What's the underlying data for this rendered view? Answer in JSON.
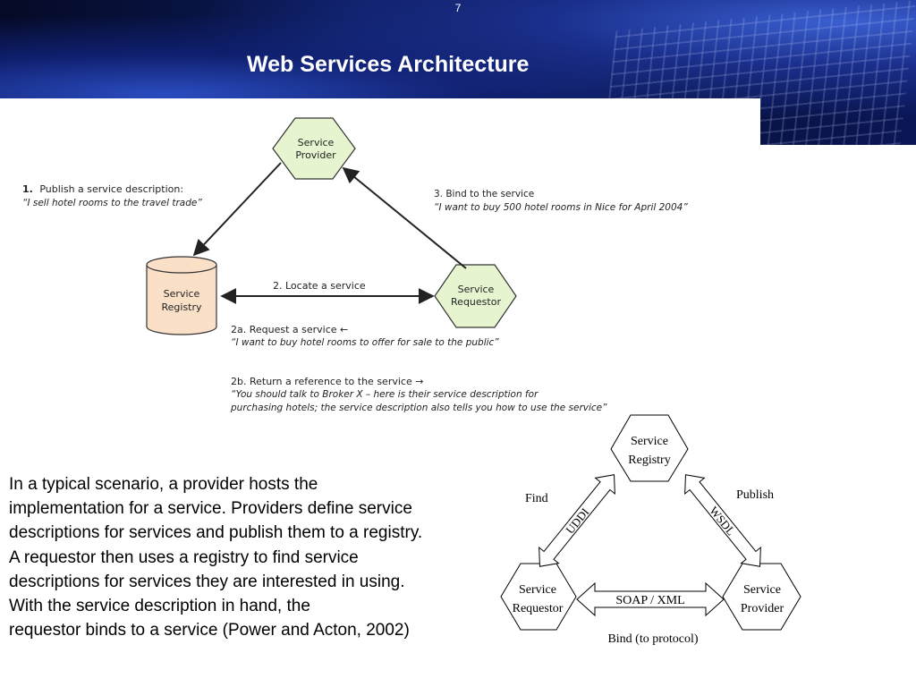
{
  "slide": {
    "number": "7",
    "title": "Web Services Architecture"
  },
  "top_diagram": {
    "nodes": {
      "provider": [
        "Service",
        "Provider"
      ],
      "registry": [
        "Service",
        "Registry"
      ],
      "requestor": [
        "Service",
        "Requestor"
      ]
    },
    "step1": {
      "num": "1.",
      "label": "Publish a service description:",
      "quote": "“I sell hotel rooms to the travel trade”"
    },
    "step3": {
      "label": "3. Bind to the service",
      "quote": "“I want to buy 500 hotel rooms in Nice for April 2004”"
    },
    "step2": {
      "label": "2. Locate a service"
    },
    "step2a": {
      "label": "2a. Request a service ←",
      "quote": "“I want to buy hotel rooms to offer for sale to the public”"
    },
    "step2b": {
      "label": "2b. Return a reference to the service →",
      "quote_line1": "“You should talk to Broker X – here is their service description for",
      "quote_line2": "purchasing hotels; the service description also tells you how to use the service”"
    },
    "colors": {
      "hexagon_fill": "#e6f5d0",
      "registry_fill": "#fbe0c8",
      "stroke": "#333333"
    }
  },
  "body_text": {
    "lines": [
      "In a typical scenario, a provider hosts the",
      "implementation for a service. Providers define service",
      "descriptions for services and publish them to a registry.",
      "A requestor then uses a registry to find service",
      "descriptions for services they are interested in using.",
      "With the service description in hand, the",
      "requestor binds to a service (Power and Acton, 2002)"
    ]
  },
  "bottom_diagram": {
    "registry": [
      "Service",
      "Registry"
    ],
    "requestor": [
      "Service",
      "Requestor"
    ],
    "provider": [
      "Service",
      "Provider"
    ],
    "find": "Find",
    "publish": "Publish",
    "uddi": "UDDI",
    "wsdl": "WSDL",
    "soap": "SOAP / XML",
    "bind": "Bind (to protocol)"
  }
}
